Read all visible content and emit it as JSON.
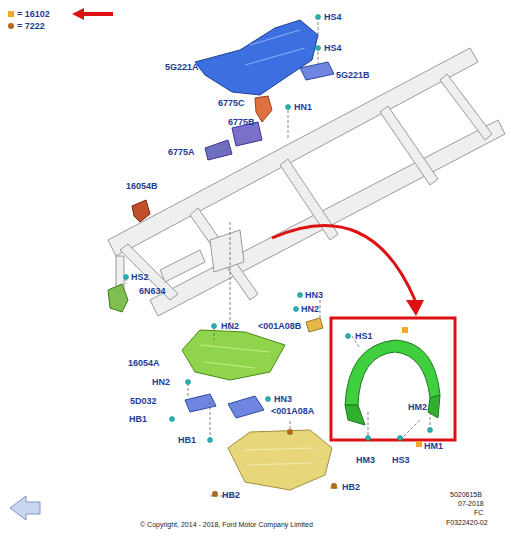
{
  "diagram": {
    "labels": [
      "HS4",
      "HS4",
      "5G221A",
      "5G221B",
      "6775C",
      "HN1",
      "6775B",
      "6775A",
      "16054B",
      "HS2",
      "6N634",
      "HN3",
      "HN2",
      "<001A08B",
      "HS1",
      "HN2",
      "16054A",
      "HN2",
      "5D032",
      "HB1",
      "HN3",
      "<001A08A",
      "HB1",
      "HM2",
      "HM1",
      "HM3",
      "HS3",
      "HB2",
      "HB2",
      "5020615B",
      "07-2018",
      "FC",
      "F0322420-02",
      "© Copyright, 2014 - 2018, Ford Motor Company Limited"
    ],
    "legend": [
      {
        "text": "= 16102",
        "color": "#f5a623"
      },
      {
        "text": "= 7222",
        "color": "#b06a1a"
      }
    ]
  }
}
